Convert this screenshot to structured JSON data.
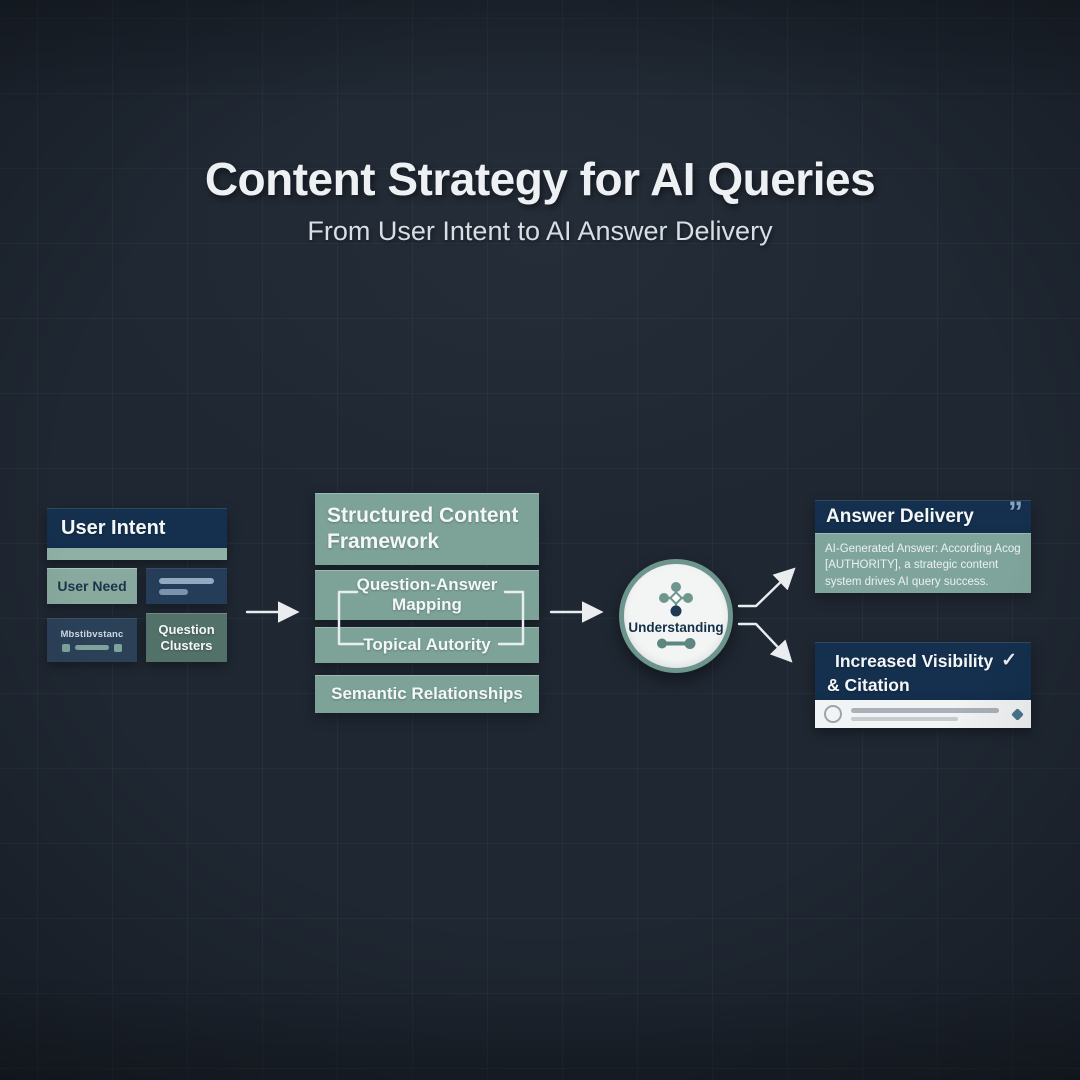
{
  "title": "Content Strategy for AI Queries",
  "subtitle": "From User Intent to AI Answer Delivery",
  "colors": {
    "background": "#1f2732",
    "grid_line": "#2c3543",
    "navy_box": "#14304e",
    "sage_box": "#7da399",
    "sage_strip": "#8fb0a4",
    "sage_dark": "#527169",
    "cell_blue": "#253d59",
    "cell_dark": "#2b4158",
    "arrow": "#e9edf0",
    "circle_ring": "#6d948d",
    "circle_fill": "#f3f5f5",
    "white_bar": "#f2f3f4",
    "dark_text": "#14304a"
  },
  "user_intent": {
    "header": "User Intent",
    "user_need": "User Need",
    "motivation_label": "Mbstibvstanc",
    "question_clusters": "Question Clusters"
  },
  "framework": {
    "header": "Structured Content Framework",
    "items": [
      "Question-Answer Mapping",
      "Topical Autority",
      "Semantic Relationships"
    ]
  },
  "understanding": {
    "label": "Understanding"
  },
  "answer_delivery": {
    "header": "Answer Delivery",
    "quote_glyph": "”",
    "body": "AI-Generated Answer: According Acog [AUTHORITY], a strategic content system drives AI query success."
  },
  "visibility": {
    "title_line1": "Increased Visibility",
    "title_line2": "& Citation",
    "check_glyph": "✓"
  }
}
